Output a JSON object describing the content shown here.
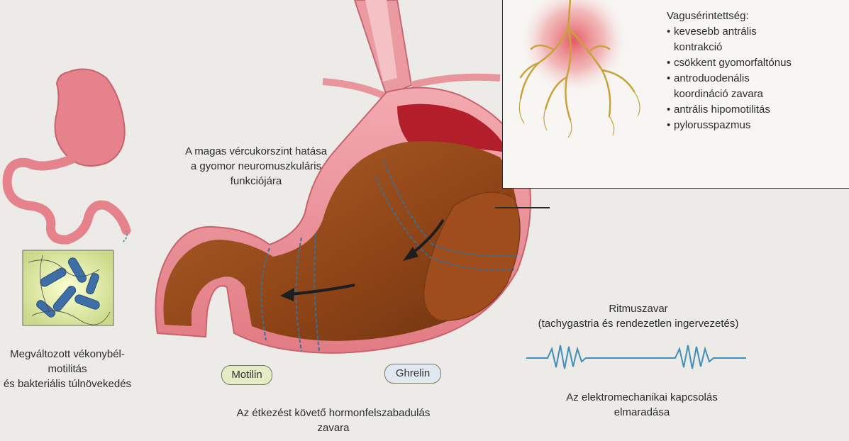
{
  "labels": {
    "hyperglycemia_effect": [
      "A magas vércukorszint hatása",
      "a gyomor neuromuszkuláris",
      "funkciójára"
    ],
    "small_bowel": [
      "Megváltozott vékonybél-",
      "motilitás",
      "és bakteriális túlnövekedés"
    ],
    "hormone_release": [
      "Az étkezést követő hormonfelszabadulás",
      "zavara"
    ],
    "rhythm_disorder": [
      "Ritmuszavar",
      "(tachygastria és rendezetlen ingervezetés)"
    ],
    "electromechanical": [
      "Az elektromechanikai kapcsolás",
      "elmaradása"
    ]
  },
  "hormones": {
    "motilin": "Motilin",
    "ghrelin": "Ghrelin"
  },
  "vagus_box": {
    "title": "Vagusérintettség:",
    "items": [
      [
        "kevesebb antrális",
        "kontrakció"
      ],
      [
        "csökkent gyomorfaltónus"
      ],
      [
        "antroduodenális",
        "koordináció zavara"
      ],
      [
        "antrális hipomotilitás"
      ],
      [
        "pylorusspazmus"
      ]
    ]
  },
  "colors": {
    "stomach_outer": "#e8898f",
    "stomach_inner": "#9a4a1e",
    "nerve": "#c9a23a",
    "nerve_glow": "#e2525b",
    "ecg_line": "#3f8fb8"
  }
}
